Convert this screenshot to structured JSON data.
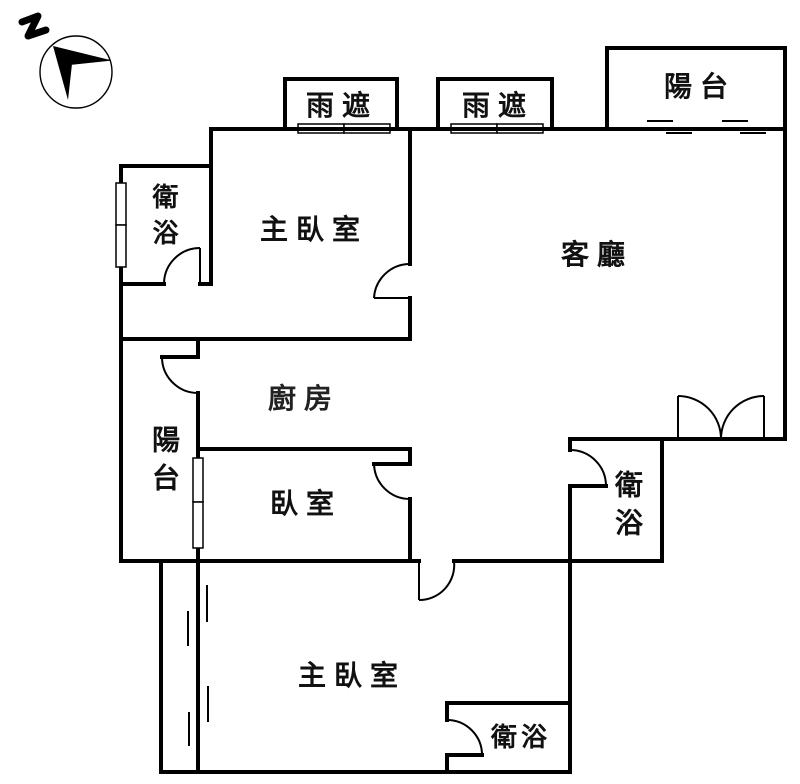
{
  "compass": {
    "north_label": "N",
    "icon": "north-arrow-compass"
  },
  "rooms": {
    "canopy_left": "雨遮",
    "canopy_right": "雨遮",
    "balcony_top": "陽台",
    "bath_top_left": "衛浴",
    "master_bedroom_top": "主臥室",
    "living_room": "客廳",
    "kitchen": "廚房",
    "balcony_left": "陽台",
    "bedroom": "臥室",
    "bath_right": "衛浴",
    "master_bedroom_bottom": "主臥室",
    "bath_bottom": "衛浴"
  },
  "colors": {
    "wall": "#000000",
    "background": "#ffffff"
  }
}
